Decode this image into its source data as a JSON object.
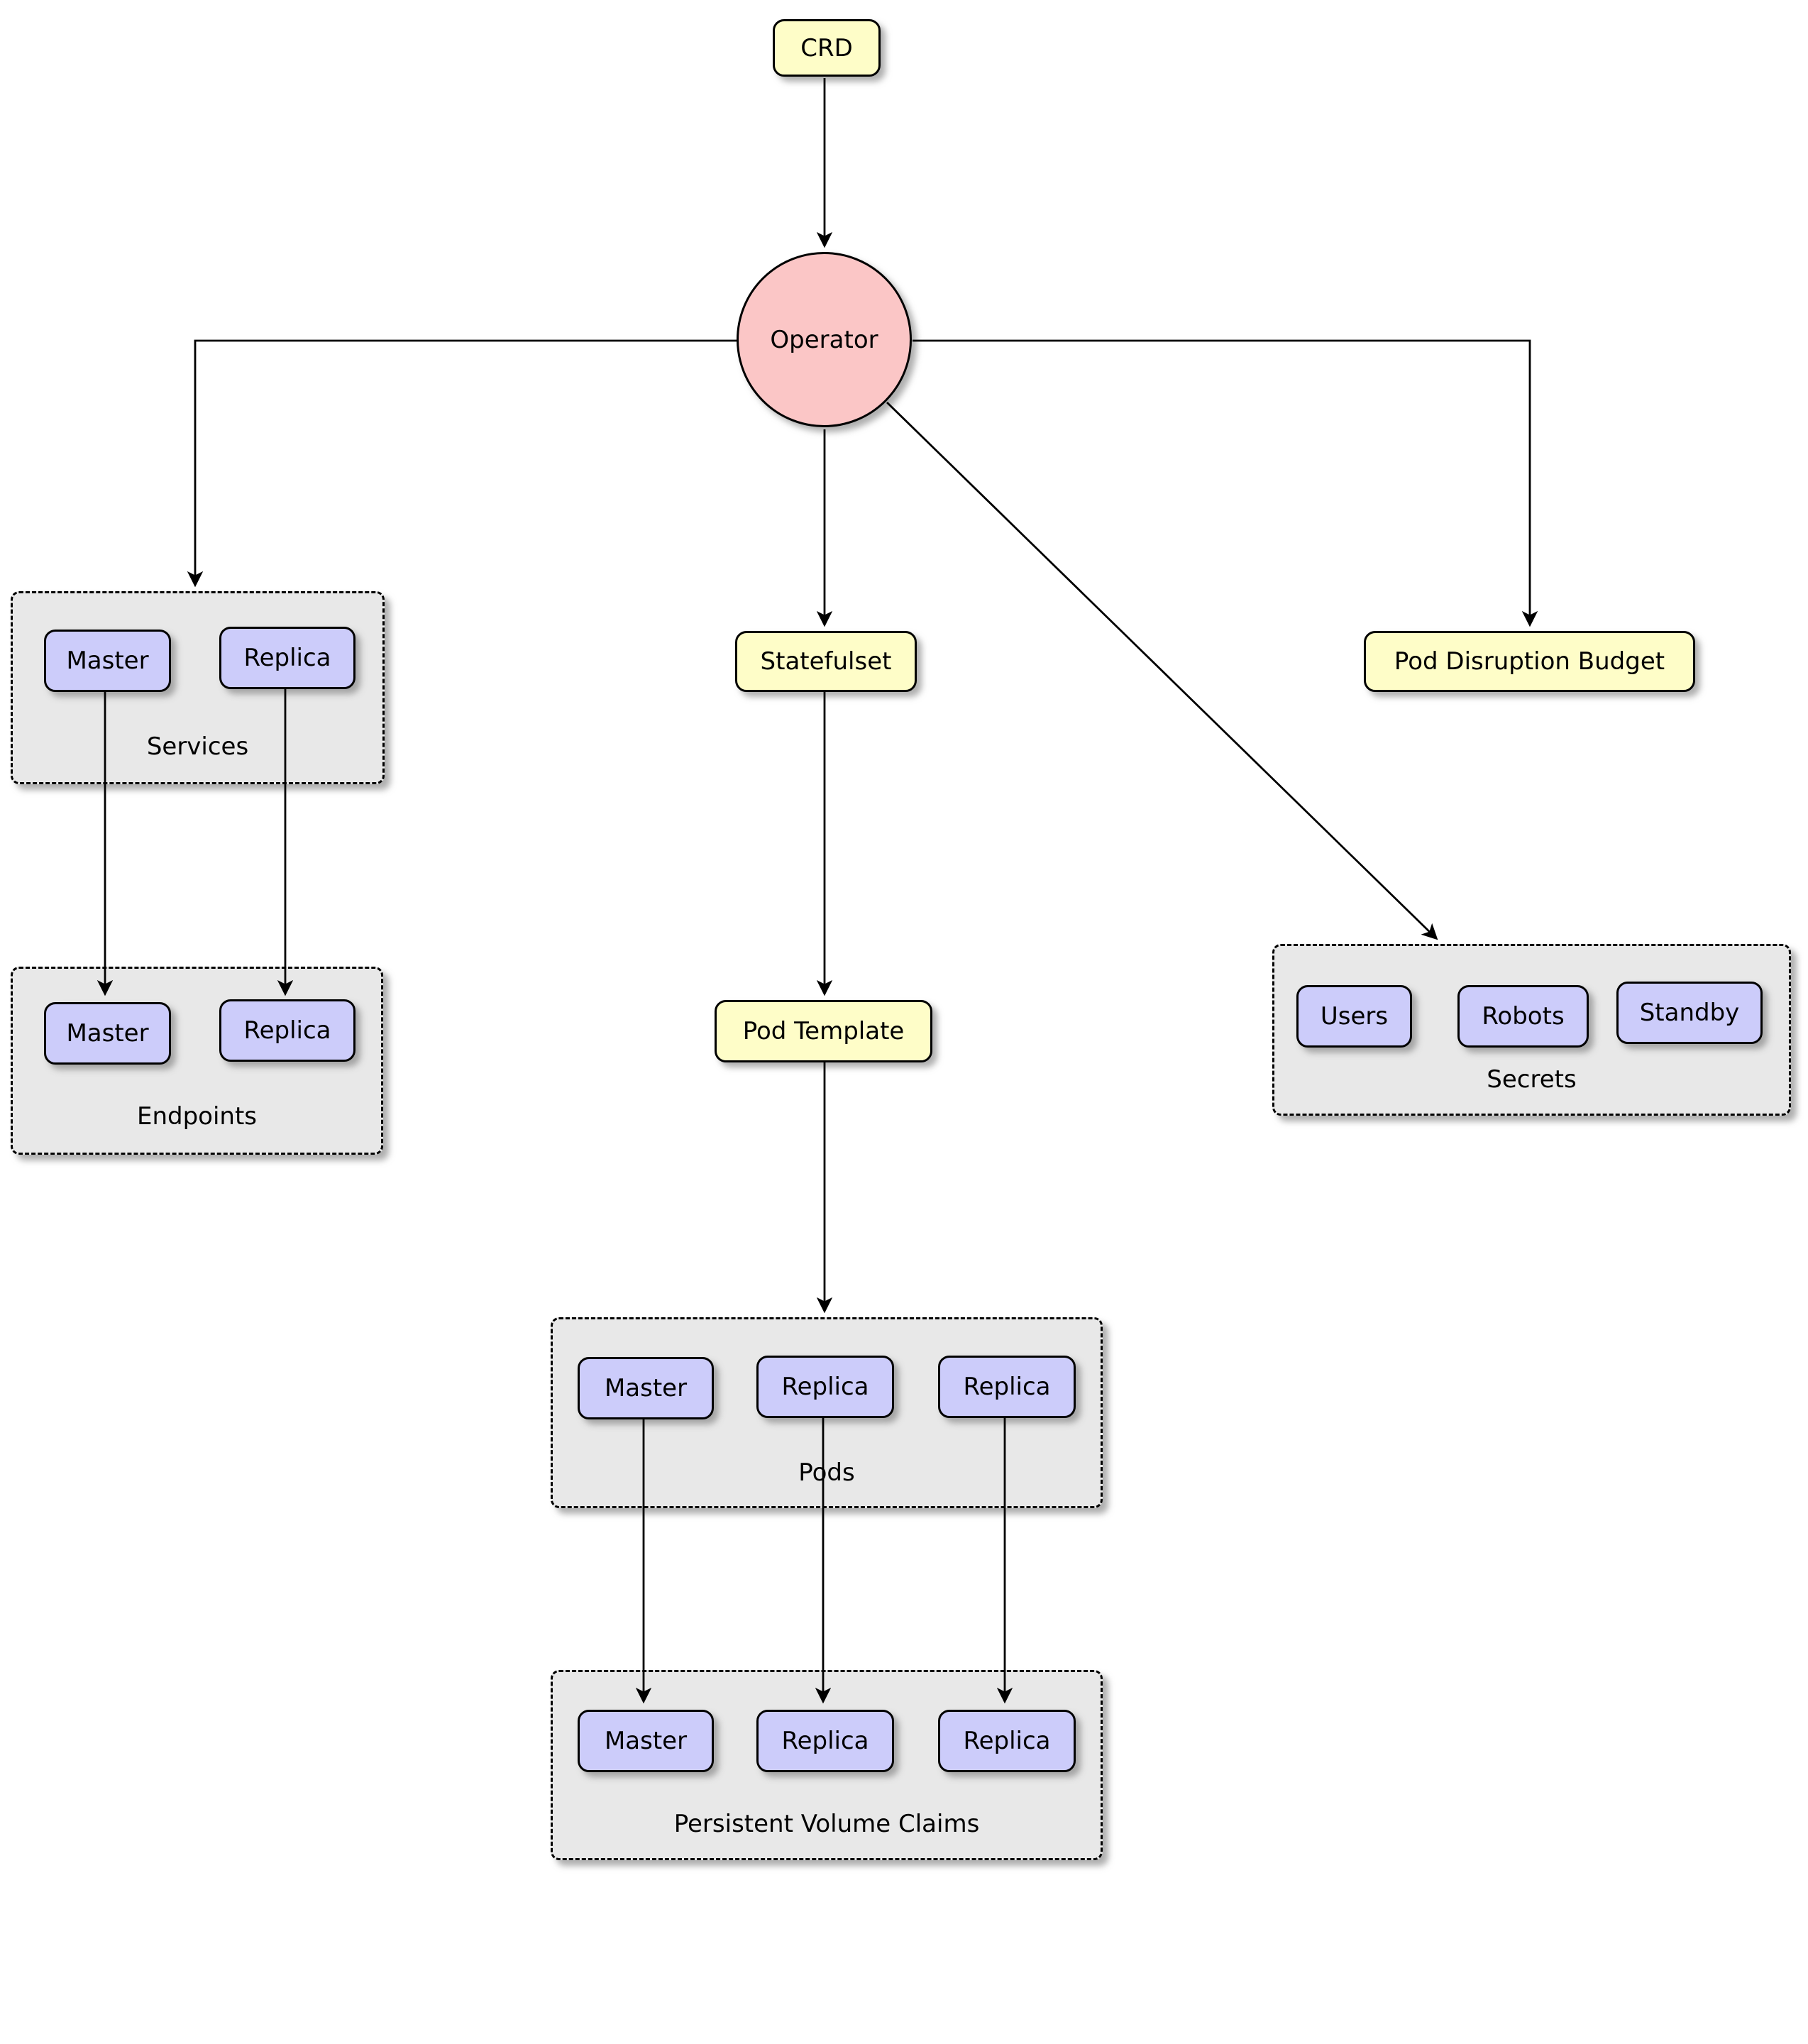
{
  "nodes": {
    "crd": "CRD",
    "operator": "Operator",
    "statefulset": "Statefulset",
    "pod_template": "Pod Template",
    "pod_disruption_budget": "Pod Disruption Budget"
  },
  "groups": {
    "services": {
      "label": "Services",
      "items": [
        "Master",
        "Replica"
      ]
    },
    "endpoints": {
      "label": "Endpoints",
      "items": [
        "Master",
        "Replica"
      ]
    },
    "pods": {
      "label": "Pods",
      "items": [
        "Master",
        "Replica",
        "Replica"
      ]
    },
    "persistent_volume_claims": {
      "label": "Persistent Volume Claims",
      "items": [
        "Master",
        "Replica",
        "Replica"
      ]
    },
    "secrets": {
      "label": "Secrets",
      "items": [
        "Users",
        "Robots",
        "Standby"
      ]
    }
  },
  "edges": [
    {
      "from": "crd",
      "to": "operator"
    },
    {
      "from": "operator",
      "to": "services"
    },
    {
      "from": "operator",
      "to": "statefulset"
    },
    {
      "from": "operator",
      "to": "pod_disruption_budget"
    },
    {
      "from": "operator",
      "to": "secrets"
    },
    {
      "from": "services.master",
      "to": "endpoints.master"
    },
    {
      "from": "services.replica",
      "to": "endpoints.replica"
    },
    {
      "from": "statefulset",
      "to": "pod_template"
    },
    {
      "from": "pod_template",
      "to": "pods"
    },
    {
      "from": "pods.master",
      "to": "persistent_volume_claims.master"
    },
    {
      "from": "pods.replica1",
      "to": "persistent_volume_claims.replica1"
    },
    {
      "from": "pods.replica2",
      "to": "persistent_volume_claims.replica2"
    }
  ],
  "colors": {
    "resource_node_fill": "#FEFDC8",
    "pod_node_fill": "#CCCCFA",
    "operator_node_fill": "#FBC6C6",
    "group_fill": "#E8E8E8",
    "stroke": "#000000"
  }
}
